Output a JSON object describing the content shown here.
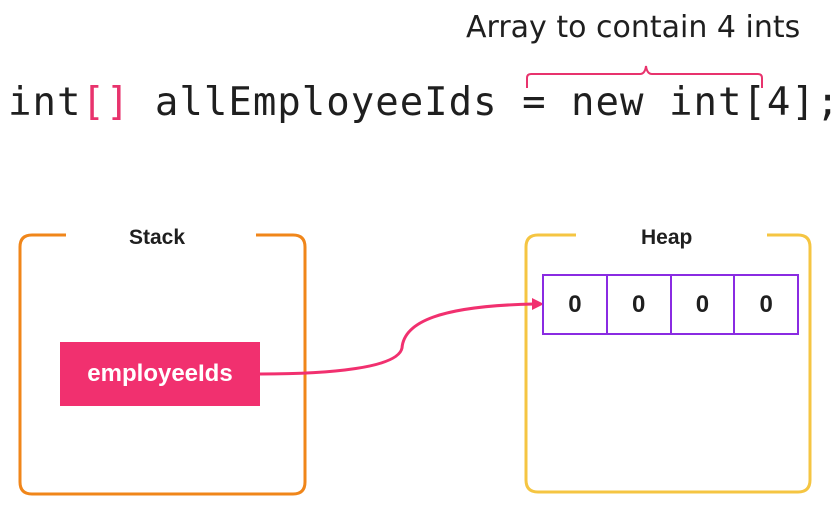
{
  "annotation": "Array to contain 4 ints",
  "code": {
    "type": "int",
    "brackets": "[]",
    "rest": " allEmployeeIds = new int[4];"
  },
  "stack": {
    "title": "Stack",
    "variable": "employeeIds"
  },
  "heap": {
    "title": "Heap",
    "cells": [
      "0",
      "0",
      "0",
      "0"
    ]
  },
  "colors": {
    "stack_border": "#f0861a",
    "heap_border": "#f5c542",
    "variable_fill": "#f1306f",
    "array_border": "#8a2be2",
    "brace": "#e8336d",
    "arrow": "#f1306f"
  }
}
